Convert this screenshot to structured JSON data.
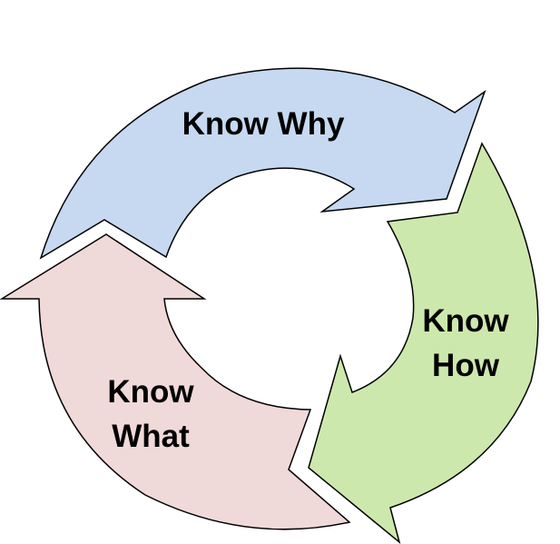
{
  "diagram": {
    "type": "cycle",
    "colors": {
      "why": "#c6d9f0",
      "how": "#cde8ad",
      "what": "#f0d9d9"
    },
    "stages": [
      {
        "id": "why",
        "lines": [
          "Know Why"
        ]
      },
      {
        "id": "how",
        "lines": [
          "Know",
          "How"
        ]
      },
      {
        "id": "what",
        "lines": [
          "Know",
          "What"
        ]
      }
    ]
  }
}
